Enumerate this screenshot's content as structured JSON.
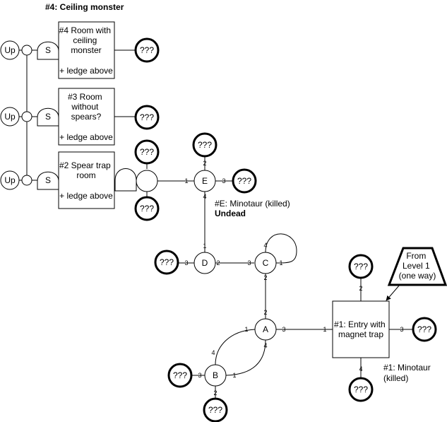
{
  "title": "#4: Ceiling monster",
  "unknown_label": "???",
  "up_label": "Up",
  "stairs_label": "S",
  "rooms": {
    "room4": {
      "lines": [
        "#4 Room with",
        "ceiling",
        "monster"
      ],
      "note": "+ ledge above"
    },
    "room3": {
      "lines": [
        "#3 Room",
        "without",
        "spears?"
      ],
      "note": "+ ledge above"
    },
    "room2": {
      "lines": [
        "#2 Spear trap",
        "room"
      ],
      "note": "+ ledge above"
    },
    "room1": {
      "lines": [
        "#1: Entry with",
        "magnet trap"
      ]
    }
  },
  "nodes": {
    "A": "A",
    "B": "B",
    "C": "C",
    "D": "D",
    "E": "E"
  },
  "entry_box": {
    "lines": [
      "From",
      "Level 1",
      "(one way)"
    ]
  },
  "annotations": {
    "e_line1": "#E: Minotaur (killed)",
    "e_line2": "Undead",
    "r1_line1": "#1: Minotaur",
    "r1_line2": "(killed)"
  },
  "ports": {
    "e_left": "1",
    "e_top": "2",
    "e_right": "3",
    "e_bottom": "4",
    "d_top": "1",
    "d_right": "2",
    "d_left": "3",
    "c_right": "1",
    "c_bottom": "2",
    "c_left": "3",
    "c_top": "4",
    "a_left": "1",
    "a_top": "2",
    "a_right": "3",
    "a_bottom": "4",
    "b_right": "1",
    "b_bottom": "2",
    "b_left": "3",
    "b_top": "4",
    "r1_left": "1",
    "r1_top": "2",
    "r1_right": "3",
    "r1_bottom": "4"
  }
}
